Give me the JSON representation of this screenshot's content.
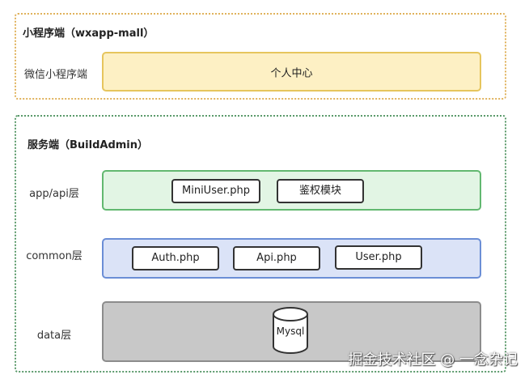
{
  "miniprogram": {
    "title": "小程序端（wxapp-mall）",
    "row_label": "微信小程序端",
    "layer_text": "个人中心"
  },
  "server": {
    "title": "服务端（BuildAdmin）",
    "api_layer": {
      "label": "app/api层",
      "modules": [
        "MiniUser.php",
        "鉴权模块"
      ]
    },
    "common_layer": {
      "label": "common层",
      "modules": [
        "Auth.php",
        "Api.php",
        "User.php"
      ]
    },
    "data_layer": {
      "label": "data层",
      "db": "Mysql"
    }
  },
  "watermark": "掘金技术社区 @ 一念杂记"
}
